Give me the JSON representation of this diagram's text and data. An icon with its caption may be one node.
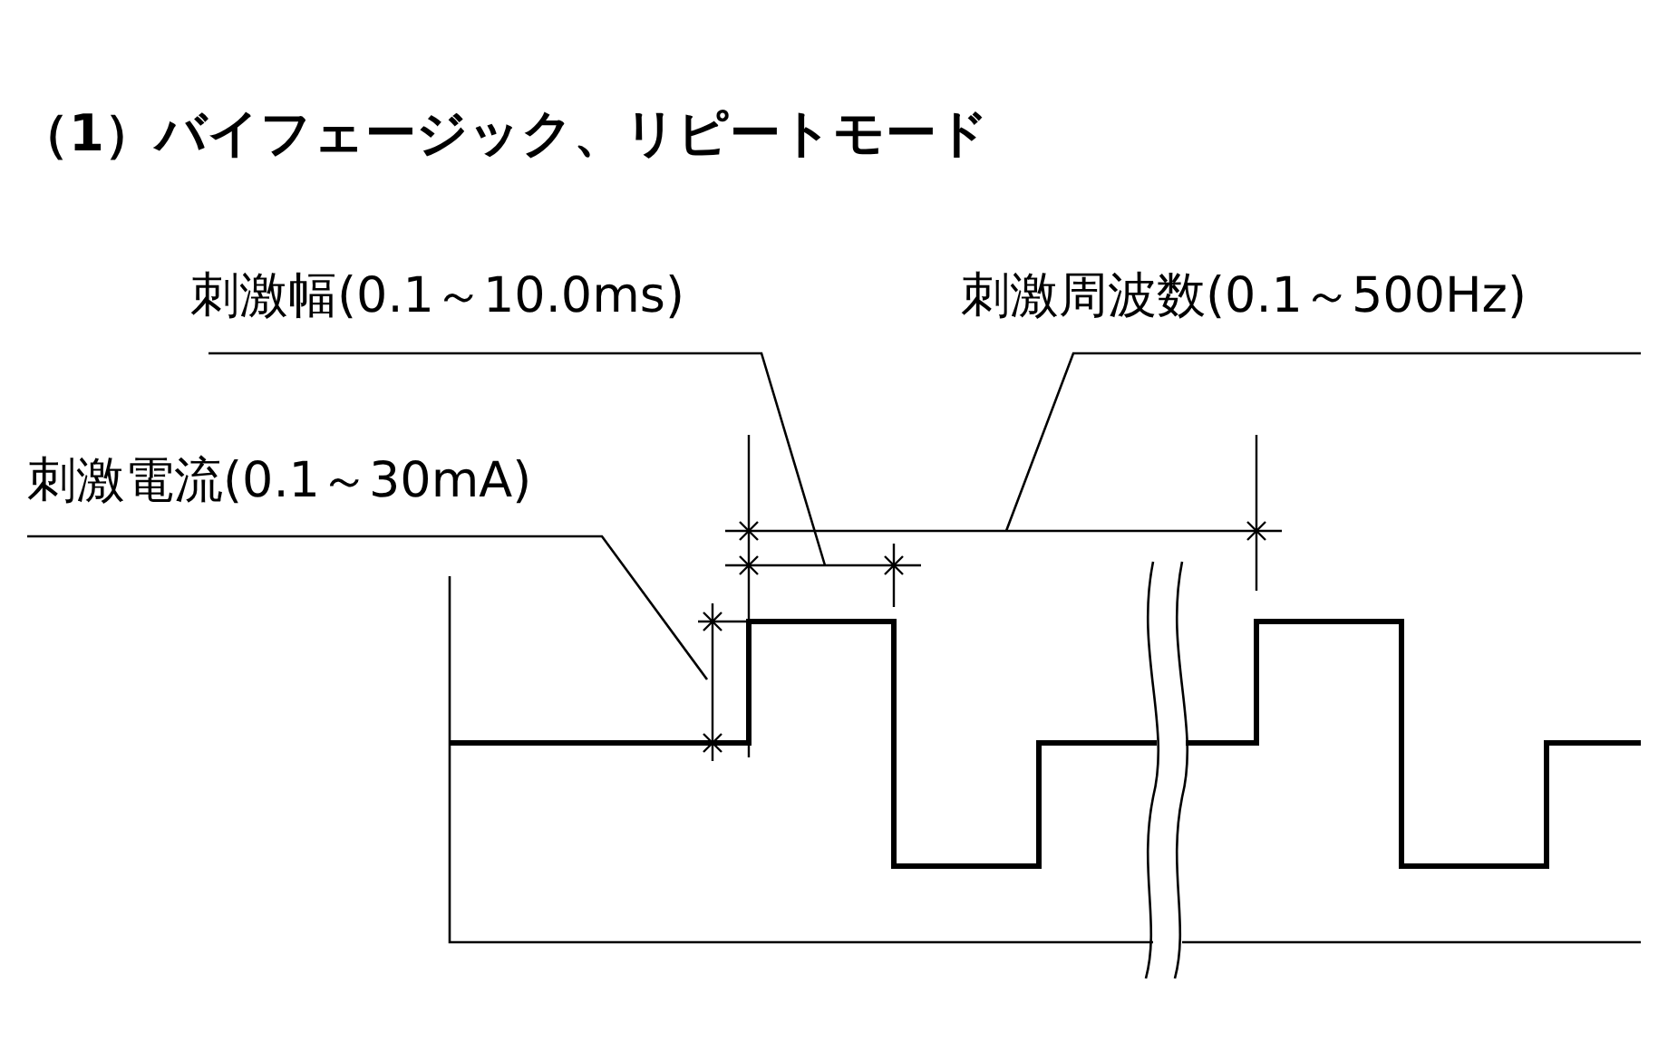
{
  "diagram": {
    "title": "（1）バイフェージック、リピートモード",
    "nodes": [
      {
        "text": [
          "刺激幅(0.1～10.0ms)"
        ]
      },
      {
        "text": [
          "刺激周波数(0.1～500Hz)"
        ]
      },
      {
        "text": [
          "刺激電流(0.1～30mA)"
        ]
      }
    ],
    "edges": [
      {
        "from": 0,
        "to": null,
        "arrow": "none"
      },
      {
        "from": 1,
        "to": null,
        "arrow": "none"
      },
      {
        "from": 2,
        "to": null,
        "arrow": "none"
      }
    ]
  }
}
